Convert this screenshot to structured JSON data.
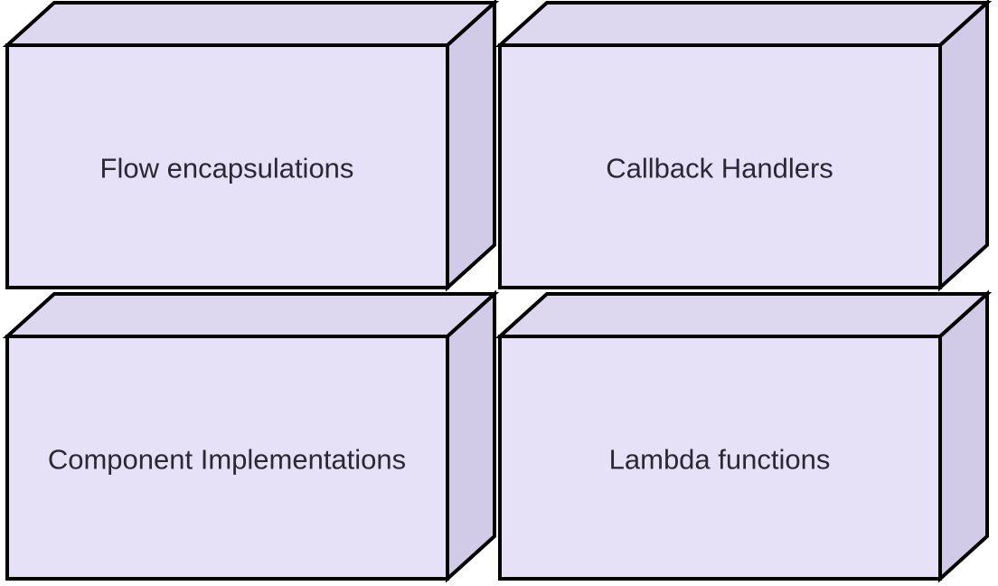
{
  "diagram": {
    "type": "3d-box-grid",
    "background": "#ffffff",
    "colors": {
      "front_face": "#e7e1f7",
      "top_face": "#ddd7ef",
      "side_face": "#d1cbe7",
      "stroke": "#000000",
      "text": "#2b2836"
    },
    "nodes": [
      {
        "id": "flow-encapsulations",
        "label": "Flow encapsulations",
        "row": 0,
        "col": 0
      },
      {
        "id": "callback-handlers",
        "label": "Callback Handlers",
        "row": 0,
        "col": 1
      },
      {
        "id": "component-implementations",
        "label": "Component Implementations",
        "row": 1,
        "col": 0
      },
      {
        "id": "lambda-functions",
        "label": "Lambda functions",
        "row": 1,
        "col": 1
      }
    ]
  }
}
